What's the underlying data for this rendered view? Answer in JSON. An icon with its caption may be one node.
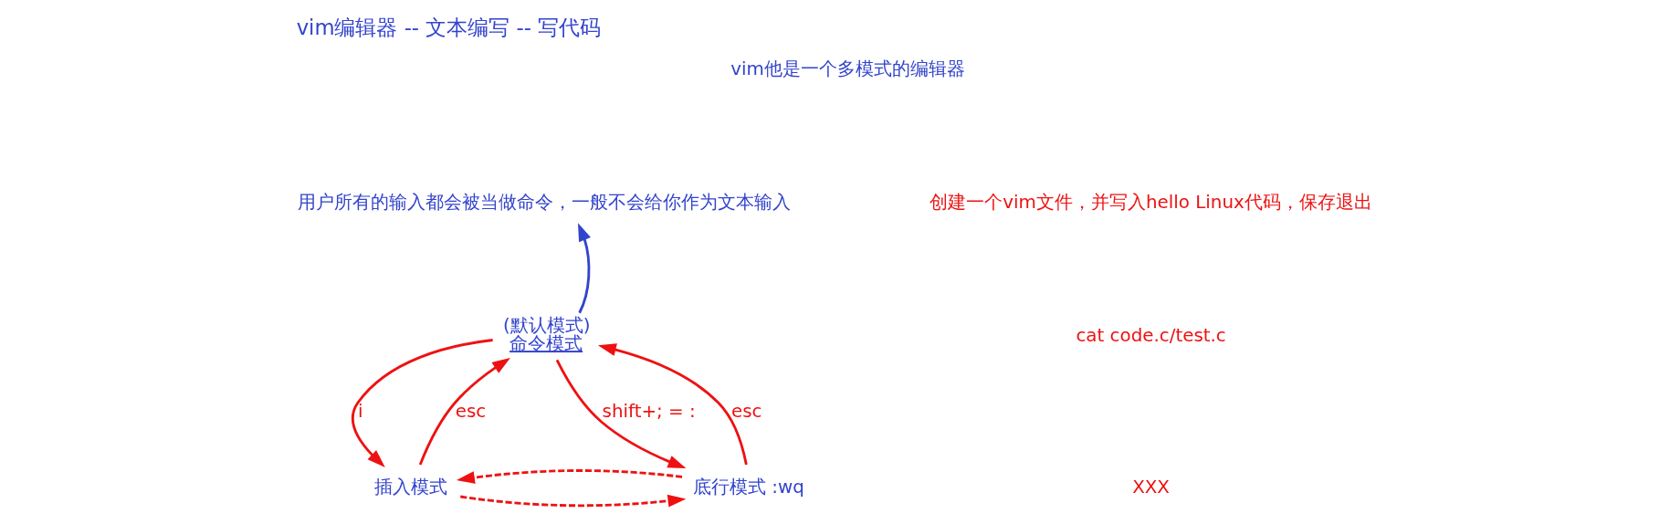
{
  "diagram": {
    "title": "vim编辑器 -- 文本编写 -- 写代码",
    "nodes": [
      {
        "text": [
          "用户所有的输入都会被当做命令，一般不会给你作为文本输入"
        ]
      },
      {
        "text": [
          "命令模式"
        ],
        "beside": [
          "(默认模式)"
        ]
      },
      {
        "text": [
          "插入模式"
        ]
      },
      {
        "text": [
          "底行模式"
        ],
        "beside": [
          ":wq"
        ]
      }
    ],
    "edges": [
      {
        "from": 1,
        "to": 0,
        "arrow": "to",
        "color": "#3344cc"
      },
      {
        "from": 1,
        "to": 2,
        "arrow": "to",
        "label": "i"
      },
      {
        "from": 2,
        "to": 1,
        "arrow": "to",
        "label": "esc"
      },
      {
        "from": 1,
        "to": 3,
        "arrow": "to",
        "label": "shift+; = :"
      },
      {
        "from": 3,
        "to": 1,
        "arrow": "to",
        "label": "esc"
      },
      {
        "from": 2,
        "to": 3,
        "arrow": "to",
        "style": "dashed"
      },
      {
        "from": 3,
        "to": 2,
        "arrow": "to",
        "style": "dashed"
      }
    ],
    "labels": [
      "vim他是一个多模式的编辑器",
      "创建一个vim文件，并写入hello Linux代码，保存退出",
      "cat code.c/test.c",
      "XXX"
    ]
  }
}
